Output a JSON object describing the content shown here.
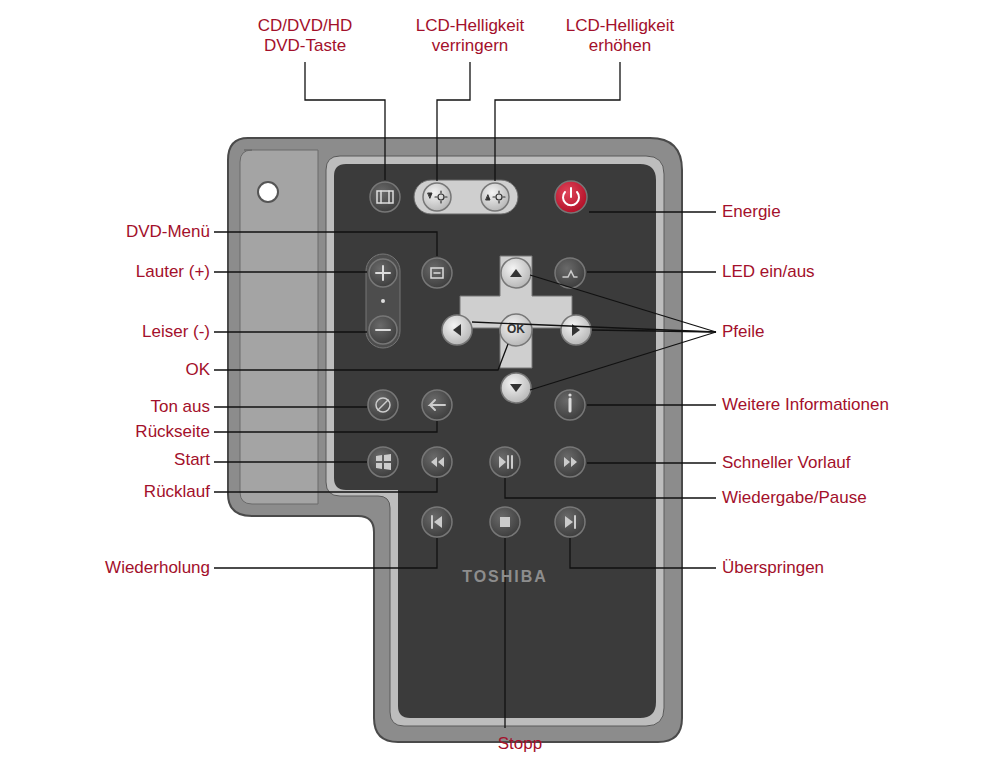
{
  "diagram": {
    "labels": [
      "CD/DVD/HD DVD-Taste",
      "LCD-Helligkeit verringern",
      "LCD-Helligkeit erhöhen",
      "Energie",
      "DVD-Menü",
      "LED ein/aus",
      "Lauter (+)",
      "Leiser (-)",
      "Pfeile",
      "OK",
      "Ton aus",
      "Weitere Informationen",
      "Rückseite",
      "Start",
      "Schneller Vorlauf",
      "Rücklauf",
      "Wiedergabe/Pause",
      "Wiederholung",
      "Überspringen",
      "OK",
      "TOSHIBA",
      "Stopp"
    ]
  }
}
